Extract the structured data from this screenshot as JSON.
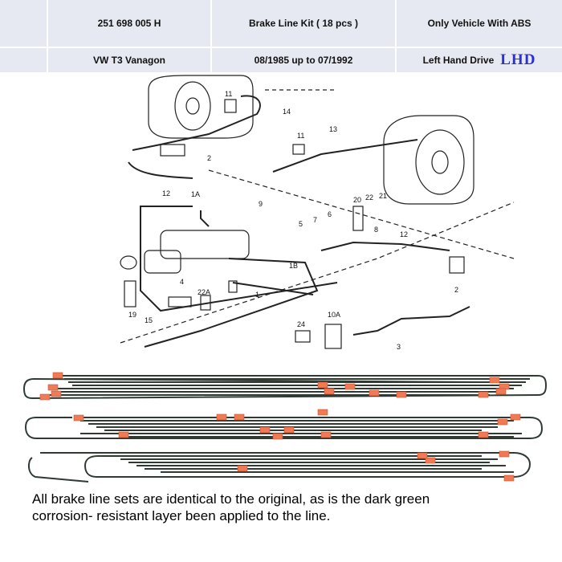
{
  "header": {
    "part_number": "251 698 005 H",
    "kit_title": "Brake Line Kit ( 18 pcs )",
    "vehicle_note": "Only Vehicle With ABS",
    "model": "VW T3 Vanagon",
    "date_range": "08/1985 up to 07/1992",
    "drive": "Left Hand Drive",
    "drive_badge": "LHD"
  },
  "diagram": {
    "labels": [
      "11",
      "14",
      "11",
      "13",
      "2",
      "12",
      "1A",
      "9",
      "20",
      "22",
      "21",
      "6",
      "7",
      "5",
      "8",
      "12",
      "1B",
      "4",
      "22A",
      "1",
      "19",
      "15",
      "10A",
      "24",
      "3",
      "2"
    ]
  },
  "caption": {
    "line1": "All brake line sets are identical to the original, as is the dark green",
    "line2": "corrosion- resistant layer been applied to the line."
  },
  "colors": {
    "header_cell": "#e6e9f1",
    "badge": "#2b2fd6",
    "line_green": "#2f3a33",
    "fitting_orange": "#f07a55"
  }
}
